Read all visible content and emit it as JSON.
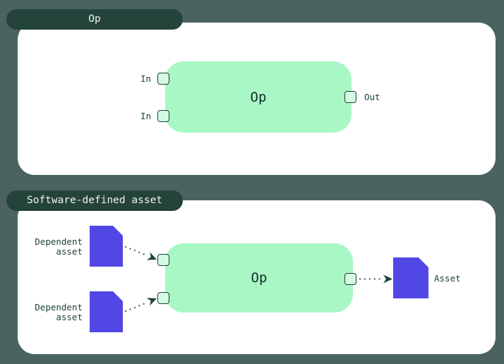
{
  "colors": {
    "background": "#4a6361",
    "tab_bg": "#24433b",
    "tab_text": "#eef3f1",
    "panel_bg": "#ffffff",
    "node_bg": "#a9f7c5",
    "node_text": "#122e27",
    "handle_fill": "#d4fae2",
    "handle_border": "#1b4038",
    "label_text": "#1d423c",
    "asset_fill": "#5147e5",
    "arrow_color": "#1d423c"
  },
  "op_panel": {
    "tab_label": "Op",
    "node_label": "Op",
    "input_labels": [
      "In",
      "In"
    ],
    "output_label": "Out"
  },
  "sda_panel": {
    "tab_label": "Software-defined asset",
    "node_label": "Op",
    "dependent_asset_labels": [
      {
        "line1": "Dependent",
        "line2": "asset"
      },
      {
        "line1": "Dependent",
        "line2": "asset"
      }
    ],
    "output_asset_label": "Asset"
  }
}
